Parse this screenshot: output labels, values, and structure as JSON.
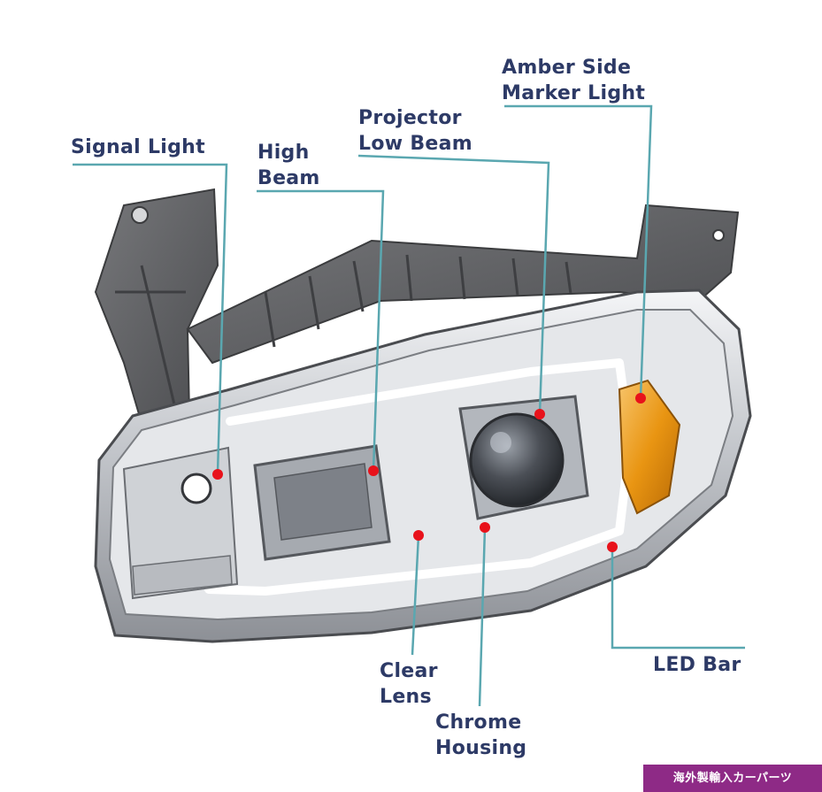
{
  "colors": {
    "label_text": "#2d3a66",
    "leader_line": "#5aa7b0",
    "marker_dot": "#e8121b",
    "bracket": "#5f6063",
    "chrome": "#c9ccd1",
    "amber": "#e99512",
    "badge_bg": "#8e2a86",
    "badge_text": "#ffffff"
  },
  "labels": {
    "signal_light": [
      "Signal Light"
    ],
    "high_beam": [
      "High",
      "Beam"
    ],
    "projector_low_beam": [
      "Projector",
      "Low Beam"
    ],
    "amber_side_marker": [
      "Amber Side",
      "Marker Light"
    ],
    "clear_lens": [
      "Clear",
      "Lens"
    ],
    "chrome_housing": [
      "Chrome",
      "Housing"
    ],
    "led_bar": [
      "LED Bar"
    ]
  },
  "badge": {
    "text": "海外製輸入カーパーツ"
  }
}
